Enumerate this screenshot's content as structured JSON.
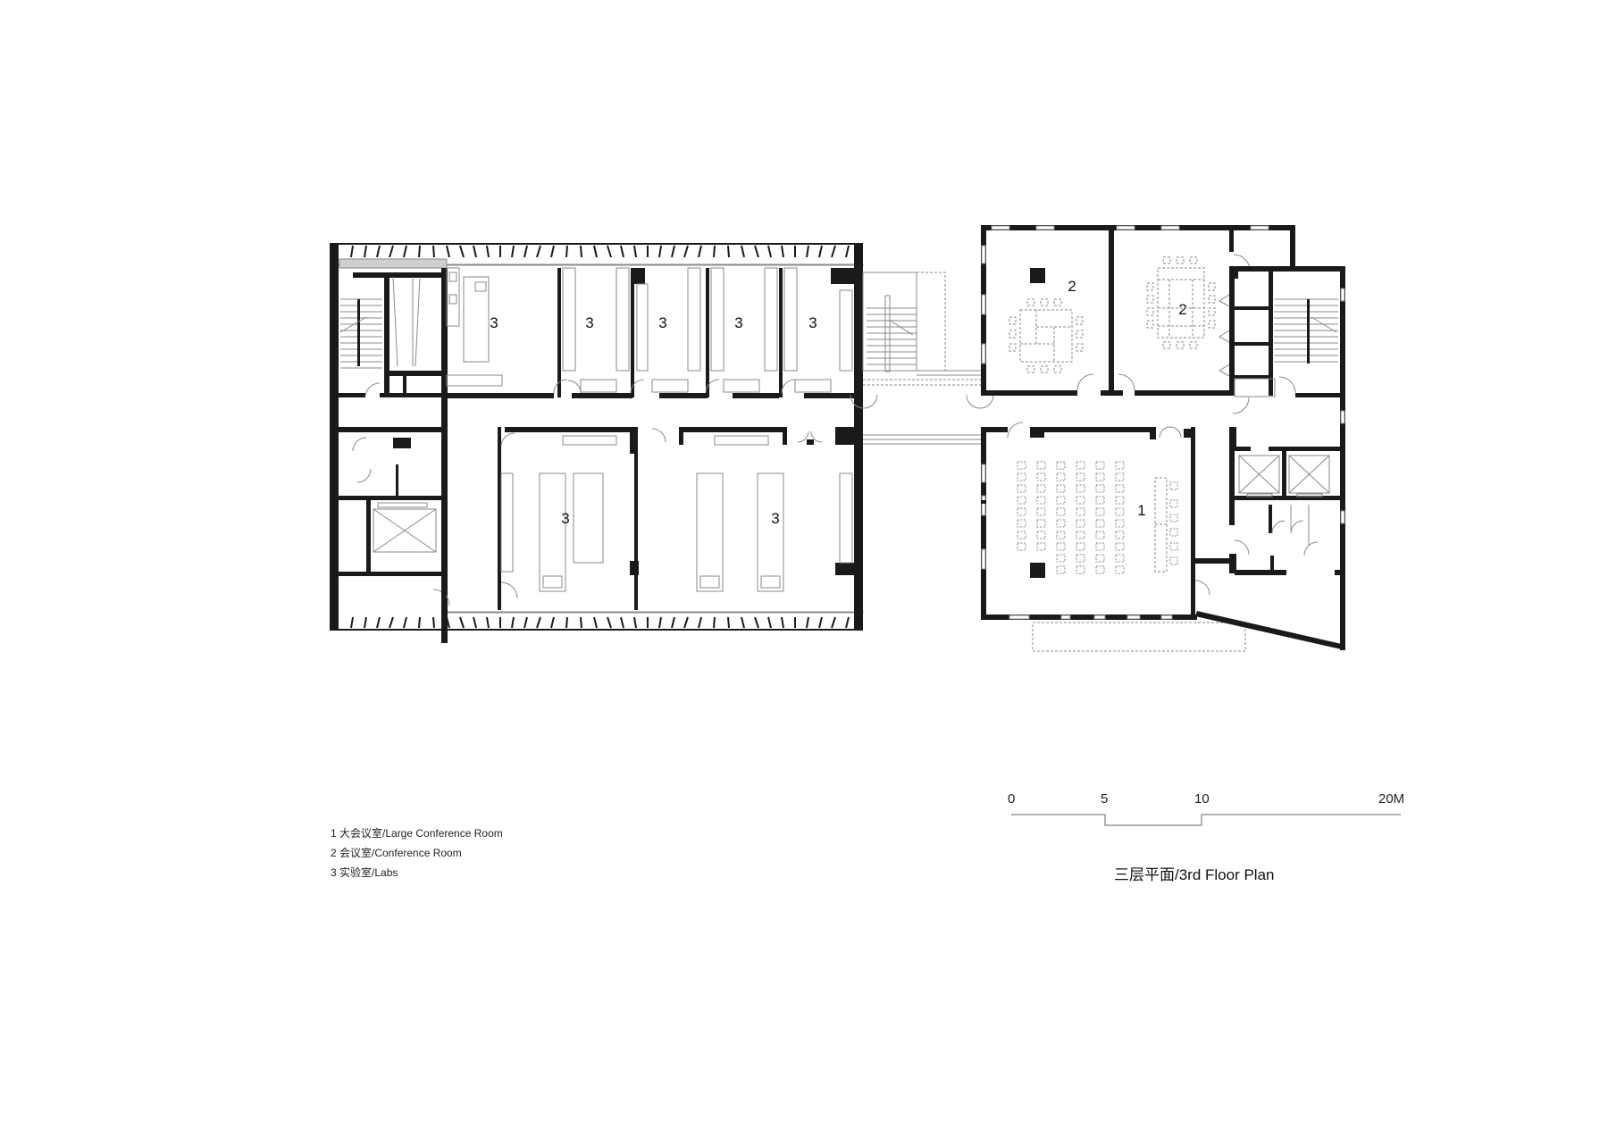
{
  "drawing": {
    "title": "三层平面/3rd Floor Plan",
    "rooms": [
      {
        "id": "large-conference",
        "number": "1"
      },
      {
        "id": "conference-a",
        "number": "2"
      },
      {
        "id": "conference-b",
        "number": "2"
      },
      {
        "id": "lab-1",
        "number": "3"
      },
      {
        "id": "lab-2",
        "number": "3"
      },
      {
        "id": "lab-3",
        "number": "3"
      },
      {
        "id": "lab-4",
        "number": "3"
      },
      {
        "id": "lab-5",
        "number": "3"
      },
      {
        "id": "lab-6",
        "number": "3"
      },
      {
        "id": "lab-7",
        "number": "3"
      }
    ]
  },
  "legend": {
    "items": [
      {
        "label": "1 大会议室/Large Conference Room"
      },
      {
        "label": "2 会议室/Conference Room"
      },
      {
        "label": "3 实验室/Labs"
      }
    ]
  },
  "scale_bar": {
    "ticks": [
      "0",
      "5",
      "10",
      "20M"
    ],
    "unit": "M"
  },
  "colors": {
    "wall": "#1a1a1a",
    "line": "#8a8a8a",
    "background": "#ffffff"
  }
}
